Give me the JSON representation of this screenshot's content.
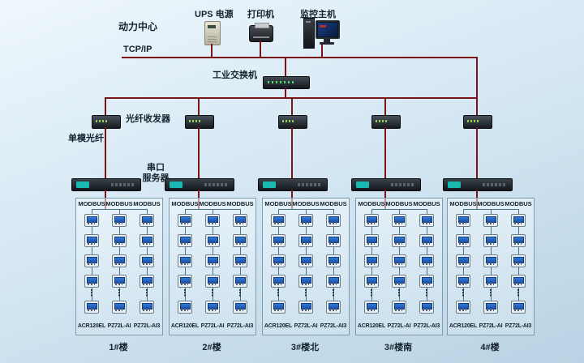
{
  "header": {
    "power_center_label": "动力中心",
    "tcpip_label": "TCP/IP",
    "switch_label": "工业交换机",
    "devices": {
      "ups_label": "UPS 电源",
      "printer_label": "打印机",
      "host_label": "监控主机"
    }
  },
  "network": {
    "fiber_transceiver_label": "光纤收发器",
    "single_mode_fiber_label": "单模光纤",
    "serial_server_label_line1": "串口",
    "serial_server_label_line2": "服务器"
  },
  "bus_label": "MODBUS",
  "ellipsis": "⋮",
  "column_footers": [
    "ACR120EL",
    "PZ72L-AI",
    "PZ72L-AI3"
  ],
  "meters_per_column_visible": 5,
  "groups": [
    {
      "name": "1#楼"
    },
    {
      "name": "2#楼"
    },
    {
      "name": "3#楼北"
    },
    {
      "name": "3#楼南"
    },
    {
      "name": "4#楼"
    }
  ],
  "colors": {
    "line_main": "#7a1416",
    "line_bus": "#4a7390"
  }
}
